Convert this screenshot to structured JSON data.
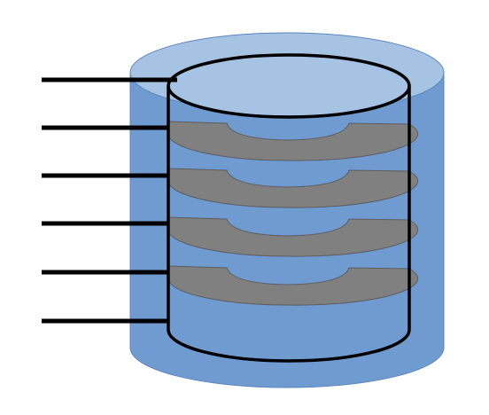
{
  "diagram": {
    "description_visible_text": "",
    "colors": {
      "background": "#ffffff",
      "outer_cylinder_body": "#6f9bd0",
      "outer_cylinder_top": "#a6c3e4",
      "outer_cylinder_edge": "#5a86bd",
      "inner_cylinder_top": "#a6c3e4",
      "outline": "#000000",
      "platter": "#808080",
      "platter_edge": "#5c5c5c"
    },
    "outer_cylinder": {
      "shape": "cylinder"
    },
    "inner_cylinder": {
      "shape": "cylinder"
    },
    "platters": [
      {
        "name": "platter-1"
      },
      {
        "name": "platter-2"
      },
      {
        "name": "platter-3"
      },
      {
        "name": "platter-4"
      }
    ],
    "arms": [
      {
        "name": "arm-1"
      },
      {
        "name": "arm-2"
      },
      {
        "name": "arm-3"
      },
      {
        "name": "arm-4"
      },
      {
        "name": "arm-5"
      },
      {
        "name": "arm-6"
      }
    ]
  }
}
